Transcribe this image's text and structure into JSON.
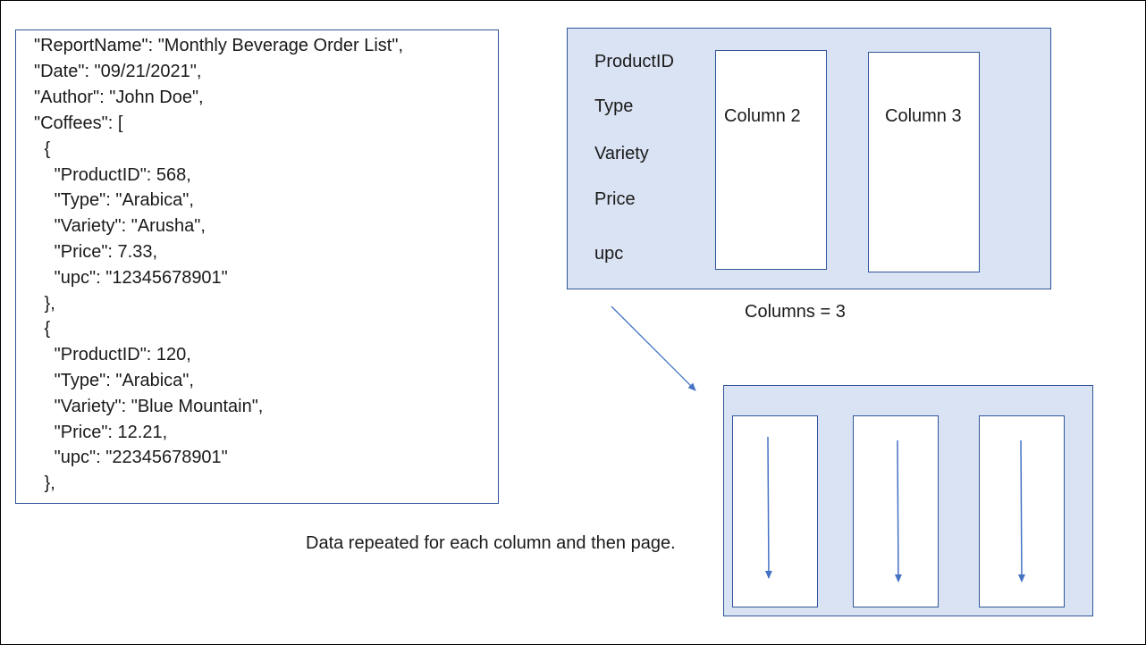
{
  "json_sample": {
    "lines": [
      "\"ReportName\": \"Monthly Beverage Order List\",",
      "\"Date\": \"09/21/2021\",",
      "\"Author\": \"John Doe\",",
      "\"Coffees\": [",
      " {",
      "   \"ProductID\": 568,",
      "   \"Type\": \"Arabica\",",
      "   \"Variety\": \"Arusha\",",
      "   \"Price\": 7.33,",
      "   \"upc\": \"12345678901\"",
      " },",
      " {",
      "   \"ProductID\": 120,",
      "   \"Type\": \"Arabica\",",
      "   \"Variety\": \"Blue Mountain\",",
      "   \"Price\": 12.21,",
      "   \"upc\": \"22345678901\"",
      " },"
    ]
  },
  "layout_panel": {
    "fields": [
      "ProductID",
      "Type",
      "Variety",
      "Price",
      "upc"
    ],
    "column2_label": "Column 2",
    "column3_label": "Column 3"
  },
  "columns_caption": "Columns = 3",
  "repeat_caption": "Data repeated for each column and then page.",
  "colors": {
    "panel_fill": "#dae3f3",
    "border": "#2f5597",
    "arrow": "#4472c4"
  }
}
